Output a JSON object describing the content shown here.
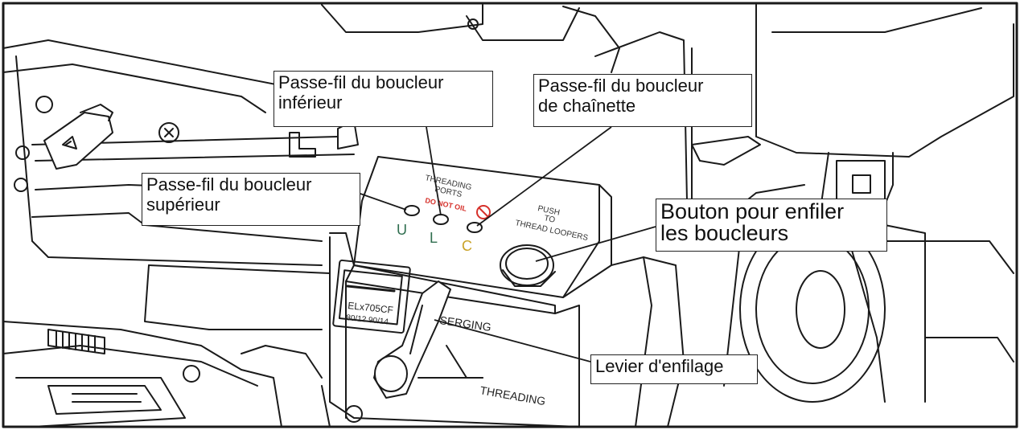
{
  "callouts": {
    "upper_looper": {
      "line1": "Passe-fil du boucleur",
      "line2": "supérieur"
    },
    "lower_looper": {
      "line1": "Passe-fil du boucleur",
      "line2": "inférieur"
    },
    "chain_looper": {
      "line1": "Passe-fil du boucleur",
      "line2": "de chaînette"
    },
    "thread_button": {
      "line1": "Bouton pour enfiler",
      "line2": "les boucleurs"
    },
    "threading_lever": {
      "label": "Levier d'enfilage"
    }
  },
  "machine_labels": {
    "threading_ports_1": "THREADING",
    "threading_ports_2": "PORTS",
    "do_not_oil": "DO NOT OIL",
    "port_u": "U",
    "port_l": "L",
    "port_c": "C",
    "push_1": "PUSH",
    "push_2": "TO",
    "push_3": "THREAD LOOPERS",
    "serging": "SERGING",
    "threading": "THREADING",
    "needle_model": "ELx705CF",
    "needle_sizes": "80/12  90/14"
  },
  "colors": {
    "port_u": "#2f6e4f",
    "port_l": "#2f6e4f",
    "port_c": "#c9a227",
    "warning": "#d6312b",
    "line": "#1a1a1a"
  },
  "icons": {
    "no_oil": "no-oil-warning-icon"
  }
}
